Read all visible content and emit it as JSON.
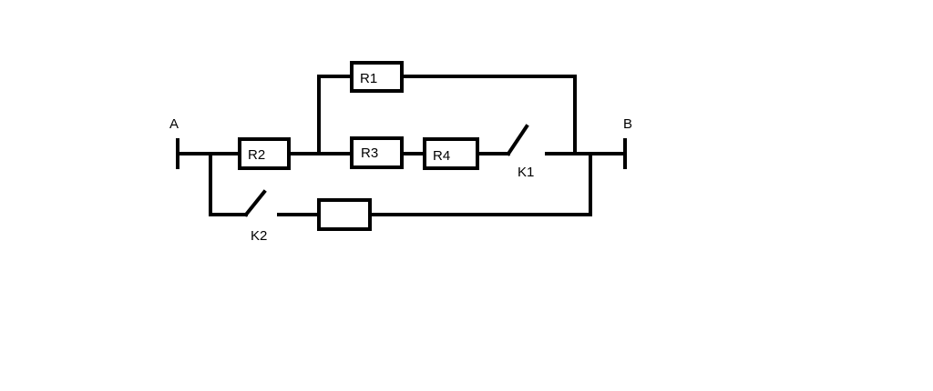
{
  "terminals": {
    "a": "A",
    "b": "B"
  },
  "resistors": {
    "r1": "R1",
    "r2": "R2",
    "r3": "R3",
    "r4": "R4",
    "unlabeled": ""
  },
  "switches": {
    "k1": "K1",
    "k2": "K2"
  },
  "colors": {
    "line": "#000000",
    "background": "#ffffff"
  }
}
